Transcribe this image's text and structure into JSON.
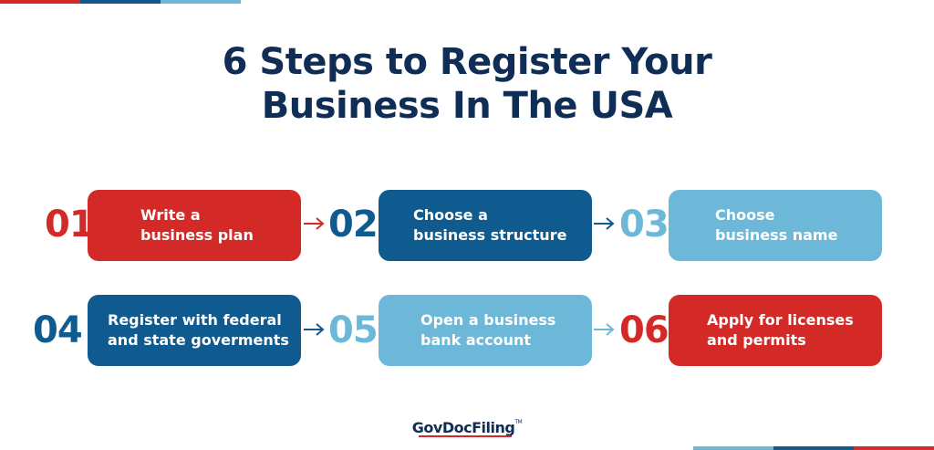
{
  "colors": {
    "red": "#d42a27",
    "navy": "#0f5a8f",
    "light": "#6db8d8",
    "title": "#0f2d55"
  },
  "title": {
    "line1": "6 Steps to Register Your",
    "line2": "Business In The USA"
  },
  "steps": [
    {
      "number": "01",
      "line1": "Write a",
      "line2": "business plan",
      "color": "red"
    },
    {
      "number": "02",
      "line1": "Choose a",
      "line2": "business structure",
      "color": "navy"
    },
    {
      "number": "03",
      "line1": "Choose",
      "line2": "business name",
      "color": "light"
    },
    {
      "number": "04",
      "line1": "Register with federal",
      "line2": "and state goverments",
      "color": "navy"
    },
    {
      "number": "05",
      "line1": "Open a business",
      "line2": "bank account",
      "color": "light"
    },
    {
      "number": "06",
      "line1": "Apply for licenses",
      "line2": "and permits",
      "color": "red"
    }
  ],
  "logo": {
    "text": "GovDocFiling",
    "tm": "TM"
  }
}
